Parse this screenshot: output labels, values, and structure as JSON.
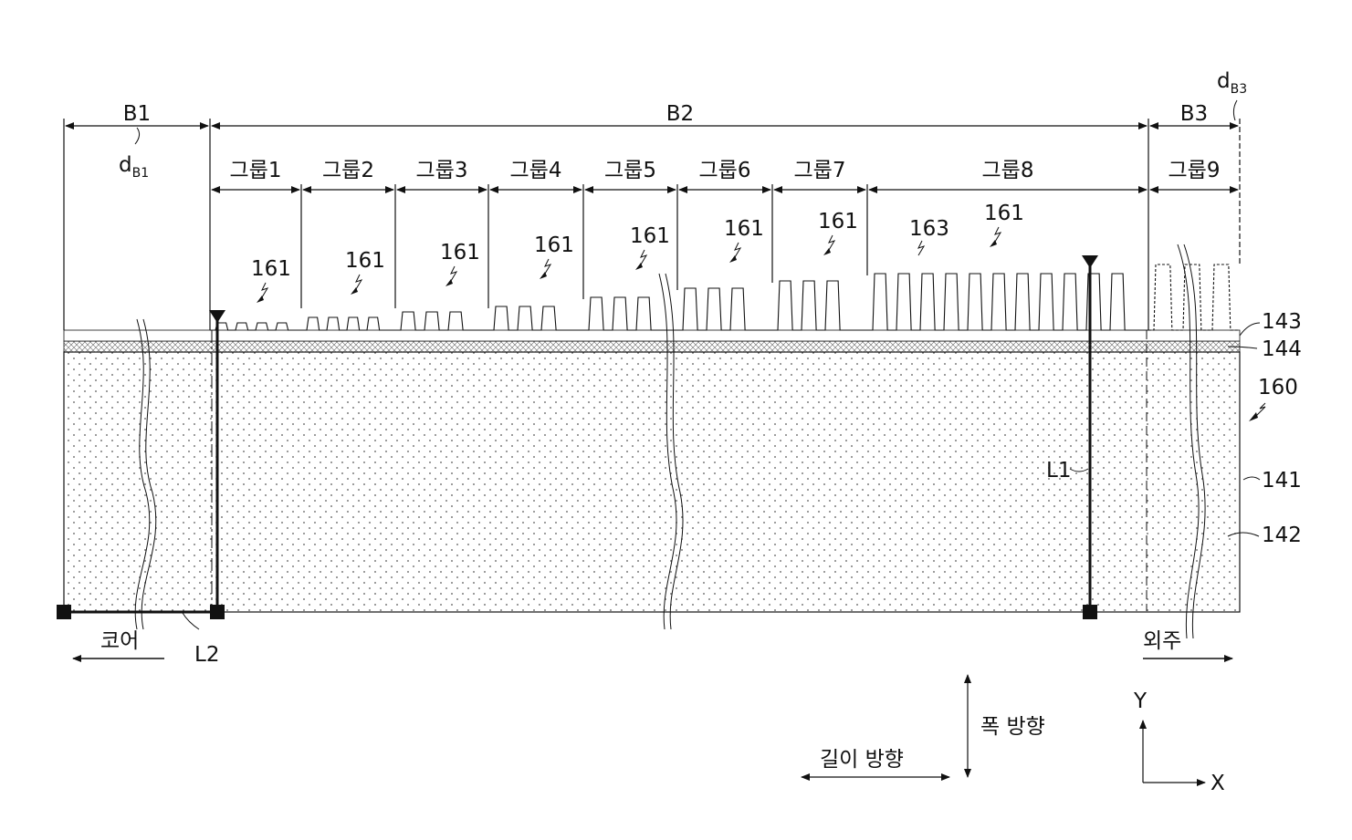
{
  "bands": {
    "b1": "B1",
    "b2": "B2",
    "b3": "B3",
    "d_b1_main": "d",
    "d_b1_sub": "B1",
    "d_b3_main": "d",
    "d_b3_sub": "B3"
  },
  "groups": [
    "그룹1",
    "그룹2",
    "그룹3",
    "그룹4",
    "그룹5",
    "그룹6",
    "그룹7",
    "그룹8",
    "그룹9"
  ],
  "refs": {
    "r161": "161",
    "r163": "163",
    "r143": "143",
    "r144": "144",
    "r160": "160",
    "r141": "141",
    "r142": "142",
    "l1": "L1",
    "l2": "L2"
  },
  "directions": {
    "core": "코어",
    "outer": "외주",
    "width": "폭 방향",
    "length": "길이 방향",
    "y_axis": "Y",
    "x_axis": "X"
  }
}
